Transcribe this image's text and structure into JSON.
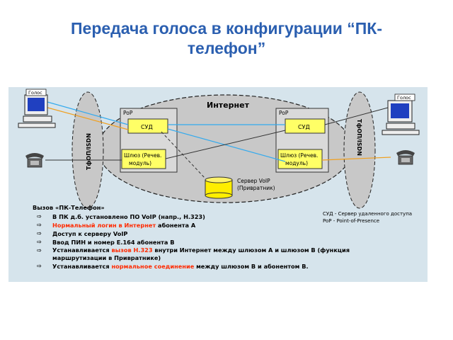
{
  "title": {
    "line1": "Передача голоса в конфигурации “ПК-",
    "line2": "телефон”"
  },
  "diagram": {
    "internet_label": "Интернет",
    "pop_left": "PoP",
    "pop_right": "PoP",
    "sud_left": "СУД",
    "sud_right": "СУД",
    "gateway_left_line1": "Шлюз (Речев.",
    "gateway_left_line2": "модуль)",
    "gateway_right_line1": "Шлюз (Речев.",
    "gateway_right_line2": "модуль)",
    "pstn_left": "ТфОП/ISDN",
    "pstn_right": "ТфОП/ISDN",
    "pc_left_label": "Голос",
    "pc_right_label": "Голос",
    "server_line1": "Сервер VoIP",
    "server_line2": "(Привратник)"
  },
  "legend": [
    "СУД - Сервер удаленного доступа",
    "PoP - Point-of-Presence"
  ],
  "steps_heading": "Вызов «ПК-Телефон»",
  "steps": [
    {
      "normal1": "В ПК д.б. установлено ПО VoIP (напр., Н.323)",
      "highlight": "",
      "normal2": ""
    },
    {
      "normal1": "",
      "highlight": "Нормальный логин в Интернет",
      "normal2": " абонента А"
    },
    {
      "normal1": "Доступ к серверу VoIP",
      "highlight": "",
      "normal2": ""
    },
    {
      "normal1": "Ввод ПИН и номер Е.164 абонента В",
      "highlight": "",
      "normal2": ""
    },
    {
      "normal1": "Устанавливается ",
      "highlight": "вызов Н.323",
      "normal2": " внутри Интернет между шлюзом А и шлюзом В (функция маршрутизации в Привратнике)"
    },
    {
      "normal1": "Устанавливается ",
      "highlight": "нормальное соединение",
      "normal2": " между шлюзом В и абонентом В."
    }
  ],
  "colors": {
    "title": "#2b5fb0",
    "highlight": "#ff2a00",
    "box_fill": "#ffff66",
    "panel": "#d6e4ec",
    "cloud": "#c8c8c8"
  }
}
